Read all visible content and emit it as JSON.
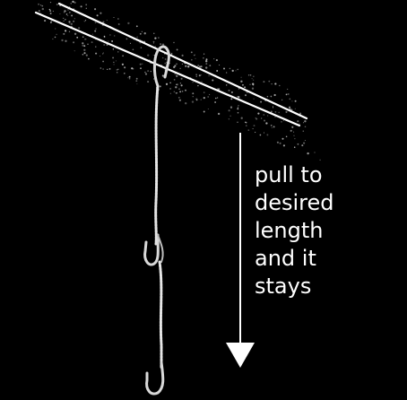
{
  "caption": {
    "lines": [
      "pull to",
      "desired",
      "length",
      "and it",
      "stays"
    ]
  },
  "colors": {
    "background": "#000000",
    "line_art": "#ffffff",
    "hook_metal": "#d9d9d9",
    "chain": "#e6e6e6"
  },
  "icons": {
    "arrow": "down-arrow-icon",
    "hanger": "s-hook-icon",
    "bottom_hook": "j-hook-icon"
  }
}
